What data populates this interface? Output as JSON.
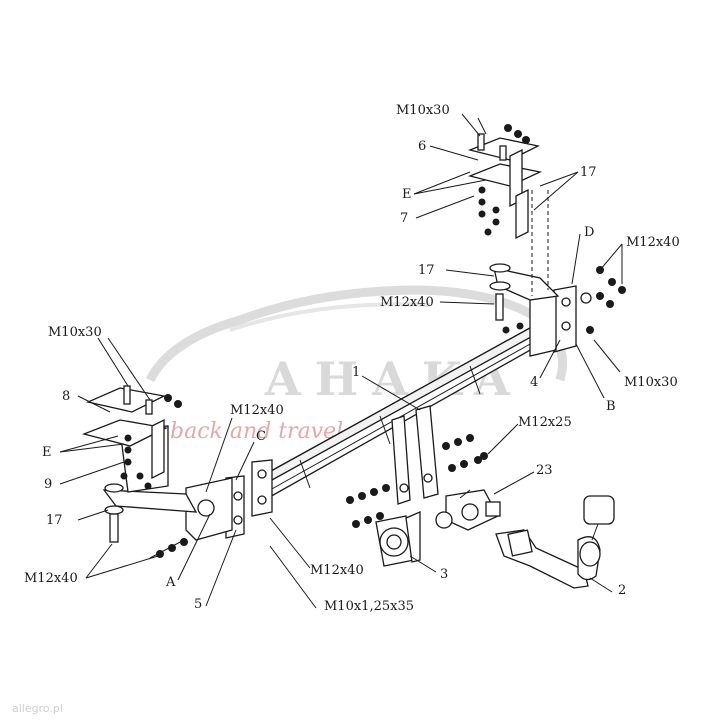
{
  "watermark": {
    "brand": "AHAKA",
    "tagline": "back and travel",
    "footer": "allegro.pl"
  },
  "labels": {
    "m10x30_top": "M10x30",
    "p6": "6",
    "e_top": "E",
    "p7": "7",
    "p17_top": "17",
    "p17_mid": "17",
    "d": "D",
    "m12x40_right": "M12x40",
    "m12x40_mid": "M12x40",
    "p1": "1",
    "p4": "4",
    "m10x30_right": "M10x30",
    "b": "B",
    "m10x30_left": "M10x30",
    "p8": "8",
    "m12x40_left_top": "M12x40",
    "c": "C",
    "m12x25": "M12x25",
    "e_left": "E",
    "p9": "9",
    "p23": "23",
    "p17_left": "17",
    "m12x40_bottom_left": "M12x40",
    "m12x40_bottom_mid": "M12x40",
    "a": "A",
    "p3": "3",
    "p2": "2",
    "p5": "5",
    "m10x125x35": "M10x1,25x35"
  }
}
